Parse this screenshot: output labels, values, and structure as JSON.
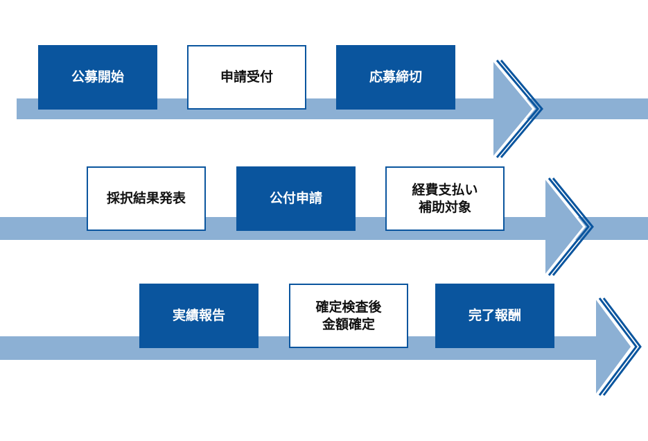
{
  "colors": {
    "primary": "#0a559e",
    "band": "#8cb0d4",
    "chevron_stroke": "#0a559e",
    "background": "#ffffff"
  },
  "rows": [
    {
      "steps": [
        {
          "label": "公募開始",
          "style": "filled"
        },
        {
          "label": "申請受付",
          "style": "outline"
        },
        {
          "label": "応募締切",
          "style": "filled"
        }
      ]
    },
    {
      "steps": [
        {
          "label": "採択結果発表",
          "style": "outline"
        },
        {
          "label": "公付申請",
          "style": "filled"
        },
        {
          "label": "経費支払い\n補助対象",
          "style": "outline"
        }
      ]
    },
    {
      "steps": [
        {
          "label": "実績報告",
          "style": "filled"
        },
        {
          "label": "確定検査後\n金額確定",
          "style": "outline"
        },
        {
          "label": "完了報酬",
          "style": "filled"
        }
      ]
    }
  ]
}
